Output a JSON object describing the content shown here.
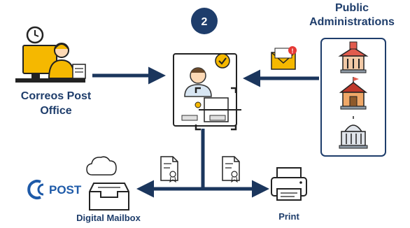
{
  "step": {
    "number": "2"
  },
  "labels": {
    "public_line1": "Public",
    "public_line2": "Administrations",
    "correos_line1": "Correos Post",
    "correos_line2": "Office",
    "post_logo": "POST",
    "digital_mailbox": "Digital Mailbox",
    "print": "Print"
  },
  "icons": {
    "post_office_clerk": "clock-desk-clerk-icon",
    "certified_document": "certified-document-icon",
    "envelope_notification": "envelope-notification-icon",
    "buildings": [
      "town-hall-icon",
      "courthouse-icon",
      "capitol-icon"
    ],
    "cloud": "cloud-icon",
    "mailbox_tray": "inbox-tray-icon",
    "printer": "printer-icon",
    "small_docs": [
      "certificate-document-icon",
      "certificate-document-icon"
    ]
  },
  "colors": {
    "navy": "#1e3d6b",
    "arrow": "#1b365d",
    "accent_yellow": "#f5b800",
    "badge_red": "#e53935"
  }
}
